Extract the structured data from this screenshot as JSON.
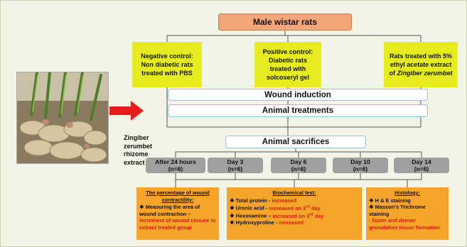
{
  "title": "Male wistar rats",
  "groups": {
    "negative": {
      "line1": "Negative control:",
      "line2": "Non diabetic rats",
      "line3": "treated with  PBS"
    },
    "positive": {
      "line1": "Positive control:",
      "line2": "Diabetic rats",
      "line3": "treated with",
      "line4": "solcoseryl gel"
    },
    "treated": {
      "line1": "Rats treated with 5%",
      "line2": "ethyl acetate extract",
      "line3_prefix": "of ",
      "line3_italic": "Zingiber zerumbet"
    }
  },
  "steps": {
    "wound_induction": "Wound induction",
    "animal_treatments": "Animal treatments",
    "animal_sacrifices": "Animal sacrifices"
  },
  "plant_label": [
    "Zingiber",
    "zerumbet",
    "rhizome",
    "extract"
  ],
  "timepoints": [
    {
      "label": "After 24 hours",
      "n": "(n=6)"
    },
    {
      "label": "Day 3",
      "n": "(n=6)"
    },
    {
      "label": "Day 6",
      "n": "(n=6)"
    },
    {
      "label": "Day 10",
      "n": "(n=6)"
    },
    {
      "label": "Day 14",
      "n": "(n=6)"
    }
  ],
  "results": {
    "contractility": {
      "heading_line1": "The percentage of wound",
      "heading_line2": "contractility:",
      "item_bullet": "❖",
      "item_text": " Measuring the area of wound contraction – ",
      "item_red": "increment of wound closure in extract treated group"
    },
    "biochemical": {
      "heading": "Biochemical test:",
      "items": [
        {
          "text": "❖ Total protein - ",
          "red": "increased"
        },
        {
          "text": "❖ Uronic acid - ",
          "red": "increased on 3rd day"
        },
        {
          "text": "❖ Hexosamine – ",
          "red": "increased on 3rd day"
        },
        {
          "text": "❖ Hydroxyproline - ",
          "red": "increased"
        }
      ]
    },
    "histology": {
      "heading": "Histology:",
      "items": [
        "❖ H & E staining",
        "❖ Masson's Trichrome staining"
      ],
      "red": "- faster and denser granulation tissue formation"
    }
  },
  "colors": {
    "title_fill": "#f4a57a",
    "group_fill": "#e6ec1f",
    "step_border": "#8ec7de",
    "day_fill": "#a0a0a0",
    "result_fill": "#f6a52a",
    "arrow": "#e81c1c",
    "highlight_text": "#d9180f"
  }
}
